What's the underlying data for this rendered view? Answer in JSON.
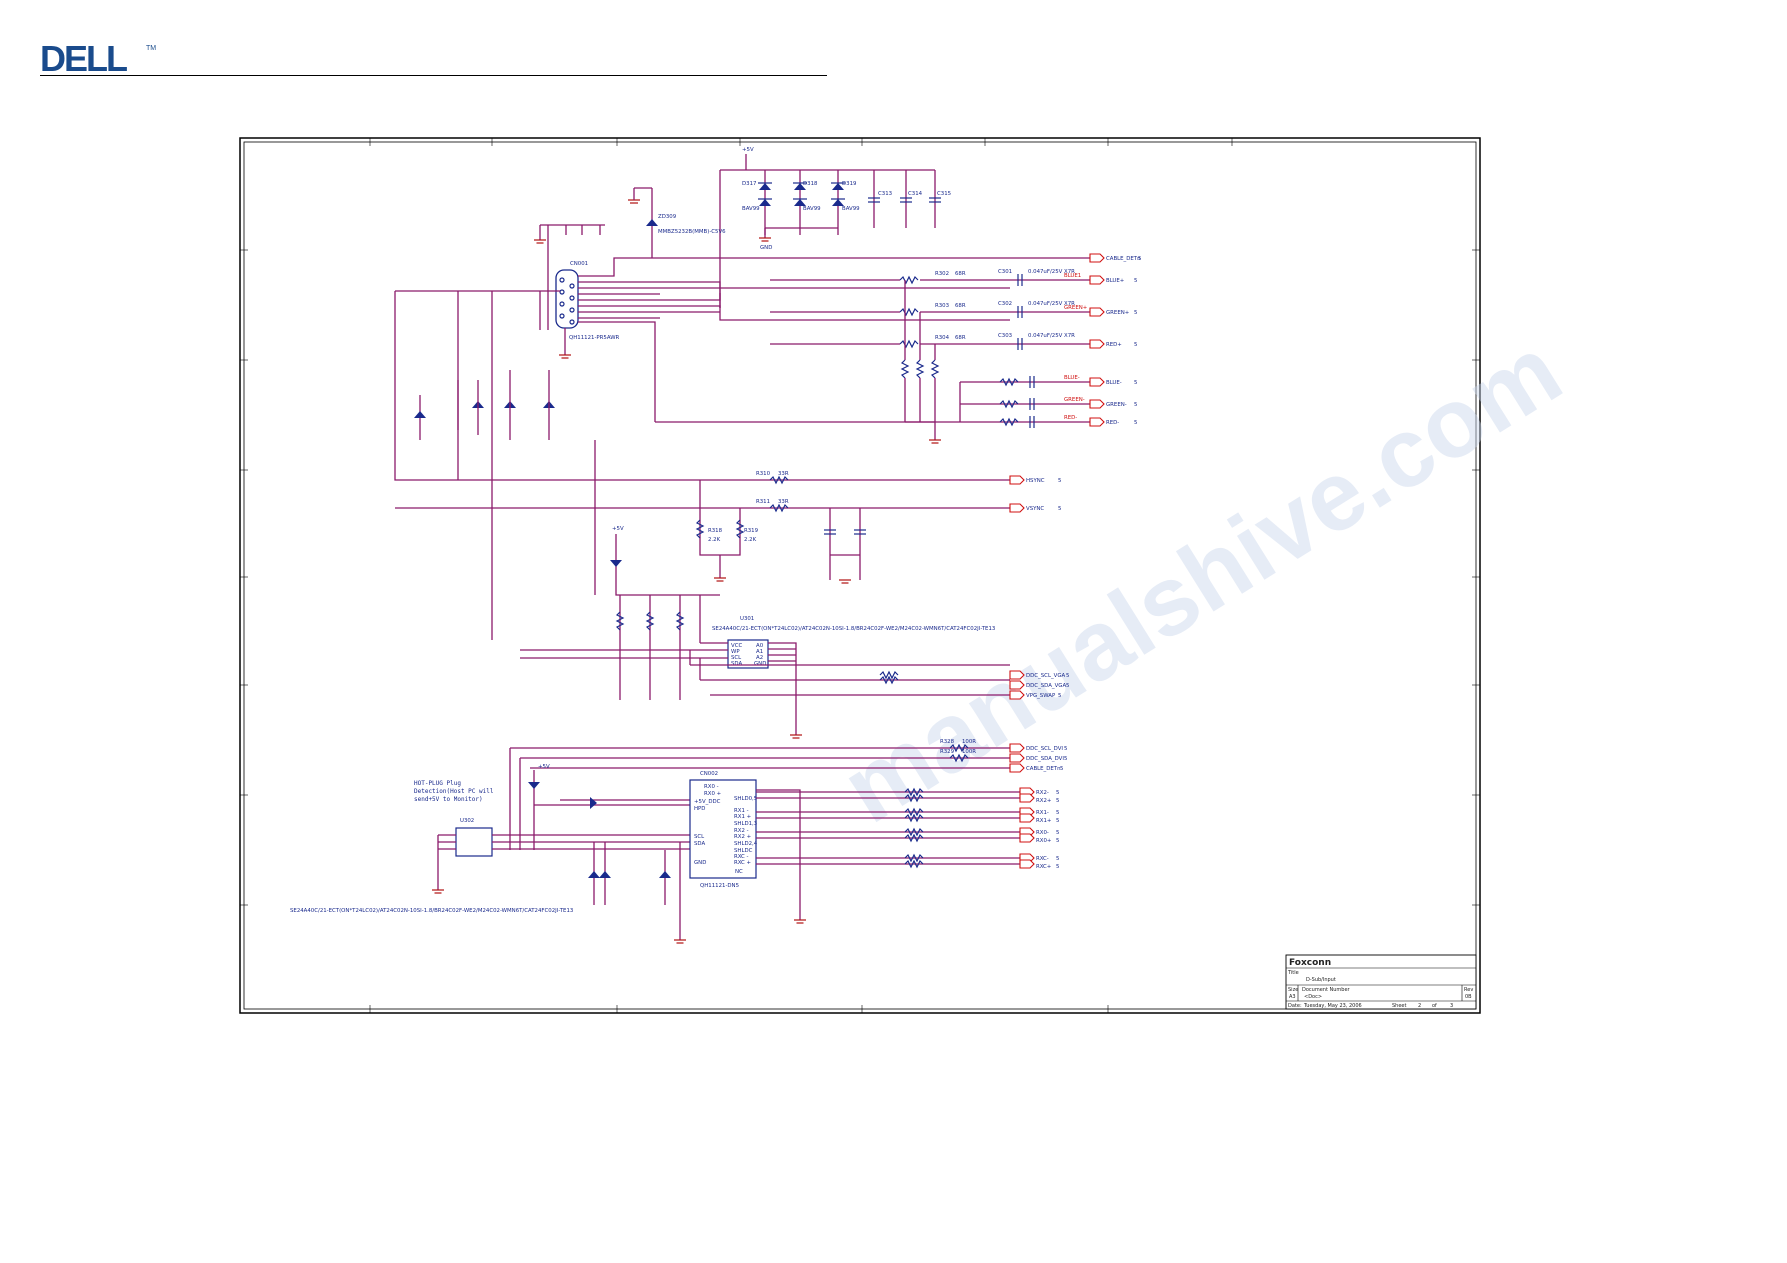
{
  "brand": {
    "name": "DELL",
    "tm": "TM",
    "color": "#1a4b8c"
  },
  "colors": {
    "wire": "#8b1a6b",
    "part": "#1a2a8c",
    "port": "#d01010"
  },
  "watermark": "manualshive.com",
  "connector": {
    "ref": "CN001",
    "part": "QH11121-PR5AWR"
  },
  "caps_top": [
    "C313",
    "C314",
    "C315"
  ],
  "diodes_top": [
    {
      "ref": "D317",
      "part": "BAV99"
    },
    {
      "ref": "D318",
      "part": "BAV99"
    },
    {
      "ref": "D319",
      "part": "BAV99"
    }
  ],
  "zener_top": {
    "ref": "ZD309",
    "part": "MMBZ5232B(MMB)-C5V6"
  },
  "nets_right": [
    {
      "label": "CABLE_DETn",
      "page": "5"
    },
    {
      "label": "BLUE+",
      "page": "5",
      "red": "BLUE1"
    },
    {
      "label": "GREEN+",
      "page": "5",
      "red": "GREEN+"
    },
    {
      "label": "RED+",
      "page": "5"
    },
    {
      "label": "BLUE-",
      "page": "5",
      "red": "BLUE-"
    },
    {
      "label": "GREEN-",
      "page": "5",
      "red": "GREEN-"
    },
    {
      "label": "RED-",
      "page": "5",
      "red": "RED-"
    }
  ],
  "series_r": [
    {
      "ref": "R302",
      "val": "68R"
    },
    {
      "ref": "R303",
      "val": "68R"
    },
    {
      "ref": "R304",
      "val": "68R"
    }
  ],
  "coupling_c": [
    {
      "ref": "C301",
      "val": "0.047uF/25V X7R"
    },
    {
      "ref": "C302",
      "val": "0.047uF/25V X7R"
    },
    {
      "ref": "C303",
      "val": "0.047uF/25V X7R"
    }
  ],
  "sync": [
    {
      "ref": "R310",
      "val": "33R",
      "net": "HSYNC",
      "page": "5"
    },
    {
      "ref": "R311",
      "val": "33R",
      "net": "VSYNC",
      "page": "5"
    }
  ],
  "pullups": [
    {
      "ref": "R318",
      "val": "2.2K"
    },
    {
      "ref": "R319",
      "val": "2.2K"
    }
  ],
  "eeprom_vga": {
    "ref": "U301",
    "part": "SE24A40C/21-ECT(ON*T24LC02)/AT24C02N-10SI-1.8/BR24C02F-WE2/M24C02-WMN6T/CAT24FC02JI-TE13",
    "pins_left": [
      "VCC",
      "WP",
      "SCL",
      "SDA"
    ],
    "pins_right": [
      "A0",
      "A1",
      "A2",
      "GND"
    ]
  },
  "ddc_vga": [
    {
      "net": "DDC_SCL_VGA",
      "page": "5"
    },
    {
      "net": "DDC_SDA_VGA",
      "page": "5"
    },
    {
      "net": "VPG_SWAP",
      "page": "5"
    }
  ],
  "ddc_dvi": [
    {
      "ref": "R328",
      "val": "100R",
      "net": "DDC_SCL_DVI",
      "page": "5"
    },
    {
      "ref": "R329",
      "val": "100R",
      "net": "DDC_SDA_DVI",
      "page": "5"
    },
    {
      "net": "CABLE_DETn",
      "page": "5"
    }
  ],
  "dvi": {
    "ref": "CN002",
    "part": "QH11121-DN5",
    "pins": [
      "RX0 -",
      "RX0 +",
      "SHLD0,5",
      "RX1 -",
      "RX1 +",
      "SHLD1,3",
      "RX2 -",
      "RX2 +",
      "SHLD2,4",
      "SHLDC",
      "RXC -",
      "RXC +"
    ],
    "left_pins": [
      "+5V_DDC",
      "HPD",
      "SCL",
      "SDA",
      "NC",
      "GND"
    ]
  },
  "tmds": [
    {
      "net": "RX2-",
      "page": "5"
    },
    {
      "net": "RX2+",
      "page": "5"
    },
    {
      "net": "RX1-",
      "page": "5"
    },
    {
      "net": "RX1+",
      "page": "5"
    },
    {
      "net": "RX0-",
      "page": "5"
    },
    {
      "net": "RX0+",
      "page": "5"
    },
    {
      "net": "RXC-",
      "page": "5"
    },
    {
      "net": "RXC+",
      "page": "5"
    }
  ],
  "hotplug_note": [
    "HOT-PLUG Plug",
    "Detection(Host PC will",
    "send+5V to Monitor)"
  ],
  "eeprom_dvi": {
    "ref": "U302",
    "part": "SE24A40C/21-ECT(ON*T24LC02)/AT24C02N-10SI-1.8/BR24C02F-WE2/M24C02-WMN6T/CAT24FC02JI-TE13"
  },
  "titleblock": {
    "company": "Foxconn",
    "title_label": "Title",
    "title": "D-Sub/Input",
    "size_label": "Size",
    "size": "A3",
    "doc_label": "Document Number",
    "doc": "<Doc>",
    "rev_label": "Rev",
    "rev": "0B",
    "date_label": "Date:",
    "date": "Tuesday, May 23, 2006",
    "sheet_label": "Sheet",
    "sheet": "2",
    "of_label": "of",
    "of": "3"
  },
  "supply": "+5V",
  "gnd": "GND"
}
